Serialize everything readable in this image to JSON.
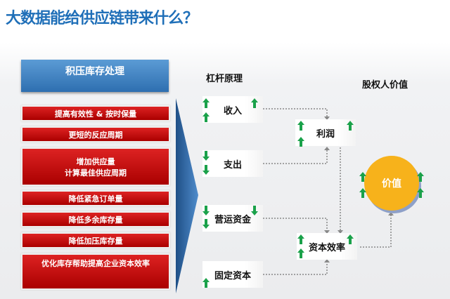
{
  "title": "大数据能给供应链带来什么？",
  "left": {
    "header": "积压库存处理",
    "items": [
      "提高有效性 & 按时保量",
      "更短的反应周期",
      "增加供应量",
      "计算最佳供应周期",
      "降低紧急订单量",
      "降低多余库存量",
      "降低加压库存量",
      "优化库存帮助提高企业资本效率"
    ]
  },
  "leverage": {
    "label": "杠杆原理",
    "boxes": [
      "收入",
      "支出",
      "营运资金",
      "固定资本"
    ]
  },
  "middle": {
    "profit": "利润",
    "efficiency": "资本效率"
  },
  "shareholder": {
    "label": "股权人价值",
    "value": "价值"
  },
  "colors": {
    "title": "#1f6fb8",
    "red": "#c00000",
    "arrow": "#1aa14a",
    "circle": "#f7b21b"
  }
}
